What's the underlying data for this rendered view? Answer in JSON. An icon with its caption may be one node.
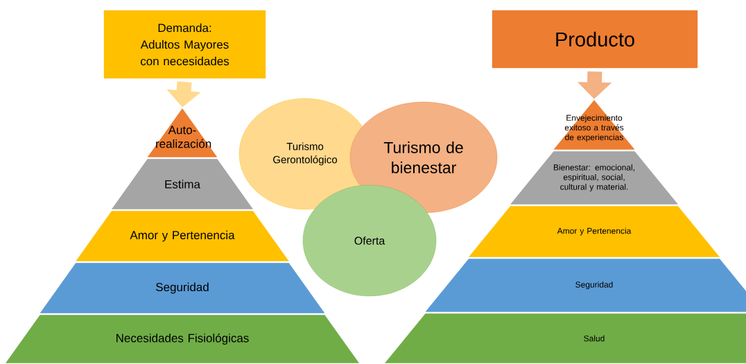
{
  "diagram": {
    "nodes": [
      {
        "text": [
          "Demanda:",
          "Adultos Mayores con necesidades"
        ]
      },
      {
        "text": [
          "Auto-realización"
        ]
      },
      {
        "text": [
          "Estima"
        ]
      },
      {
        "text": [
          "Amor y Pertenencia"
        ]
      },
      {
        "text": [
          "Seguridad"
        ]
      },
      {
        "text": [
          "Necesidades Fisiológicas"
        ]
      },
      {
        "text": [
          "Producto"
        ]
      },
      {
        "text": [
          "Envejecimiento exitoso a través de experiencias"
        ]
      },
      {
        "text": [
          "Bienestar: emocional, espiritual, social, cultural y material."
        ]
      },
      {
        "text": [
          "Amor y Pertenencia"
        ]
      },
      {
        "text": [
          "Seguridad"
        ]
      },
      {
        "text": [
          "Salud"
        ]
      },
      {
        "text": [
          "Turismo Gerontológico"
        ]
      },
      {
        "text": [
          "Turismo de bienestar"
        ]
      },
      {
        "text": [
          "Oferta"
        ]
      }
    ],
    "edges": [
      {
        "from": 0,
        "to": 1,
        "arrow": "to",
        "color": "#ffd98e"
      },
      {
        "from": 6,
        "to": 7,
        "arrow": "to",
        "color": "#f4b183"
      }
    ]
  }
}
